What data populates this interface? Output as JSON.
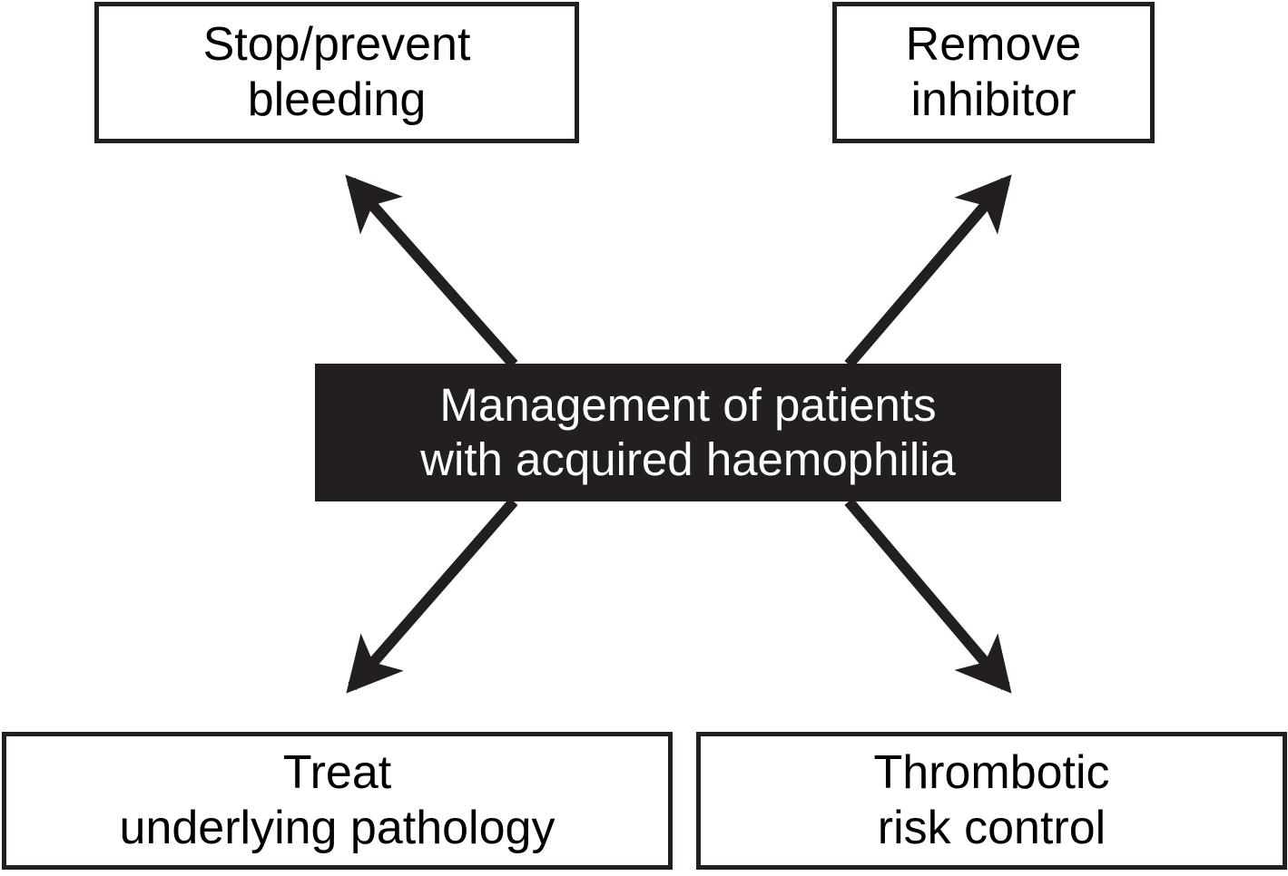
{
  "diagram": {
    "type": "flow-diagram",
    "background_color": "#ffffff",
    "line_color": "#231f20",
    "center": {
      "label": "Management of patients\nwith acquired haemophilia",
      "fill_color": "#231f20",
      "text_color": "#ffffff"
    },
    "nodes": [
      {
        "id": "stop-bleeding",
        "label": "Stop/prevent\nbleeding",
        "position": "top-left",
        "fill_color": "#ffffff",
        "text_color": "#000000"
      },
      {
        "id": "remove-inhibitor",
        "label": "Remove\ninhibitor",
        "position": "top-right",
        "fill_color": "#ffffff",
        "text_color": "#000000"
      },
      {
        "id": "treat-pathology",
        "label": "Treat\nunderlying pathology",
        "position": "bottom-left",
        "fill_color": "#ffffff",
        "text_color": "#000000"
      },
      {
        "id": "thrombotic-risk",
        "label": "Thrombotic\nrisk control",
        "position": "bottom-right",
        "fill_color": "#ffffff",
        "text_color": "#000000"
      }
    ],
    "arrows": [
      {
        "id": "center-to-stop-bleeding",
        "from": "center",
        "to": "stop-bleeding",
        "direction": "up-left"
      },
      {
        "id": "center-to-remove-inhibitor",
        "from": "center",
        "to": "remove-inhibitor",
        "direction": "up-right"
      },
      {
        "id": "center-to-treat-pathology",
        "from": "center",
        "to": "treat-pathology",
        "direction": "down-left"
      },
      {
        "id": "center-to-thrombotic-risk",
        "from": "center",
        "to": "thrombotic-risk",
        "direction": "down-right"
      }
    ]
  }
}
